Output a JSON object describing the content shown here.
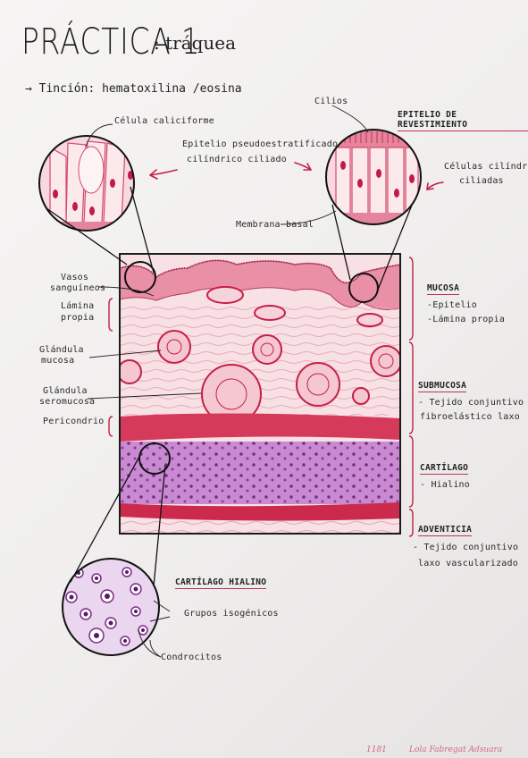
{
  "title": "PRÁCTICA 1",
  "subtitle": ": tráquea",
  "staining": "→ Tinción: hematoxilina /eosina",
  "labels": {
    "celula_caliciforme": "Célula caliciforme",
    "cilios": "Cilios",
    "epitelio_tipo_l1": "Epitelio pseudoestratificado",
    "epitelio_tipo_l2": "cilíndrico ciliado",
    "celulas_cilindricas_l1": "Células cilíndricas",
    "celulas_cilindricas_l2": "ciliadas",
    "membrana_basal": "Membrana basal",
    "vasos_l1": "Vasos",
    "vasos_l2": "sanguíneos",
    "lamina_l1": "Lámina",
    "lamina_l2": "propia",
    "glandula_mucosa_l1": "Glándula",
    "glandula_mucosa_l2": "mucosa",
    "glandula_sero_l1": "Glándula",
    "glandula_sero_l2": "seromucosa",
    "pericondrio": "Pericondrio",
    "grupos_isogenicos": "Grupos isogénicos",
    "condrocitos": "Condrocitos"
  },
  "headings": {
    "epitelio_revestimiento": "EPITELIO DE REVESTIMIENTO",
    "cartilago_hialino": "CARTÍLAGO HIALINO"
  },
  "layers": [
    {
      "name": "MUCOSA",
      "items": [
        "-Epitelio",
        "-Lámina propia"
      ]
    },
    {
      "name": "SUBMUCOSA",
      "items": [
        "- Tejido conjuntivo",
        "fibroelástico laxo"
      ]
    },
    {
      "name": "CARTÍLAGO",
      "items": [
        "- Hialino"
      ]
    },
    {
      "name": "ADVENTICIA",
      "items": [
        "- Tejido conjuntivo",
        "laxo vascularizado"
      ]
    }
  ],
  "footer": {
    "code": "1181",
    "author": "Lola Fabregat Adsuara"
  },
  "colors": {
    "eosin": "#e8a0b0",
    "hematoxylin": "#b24bb0",
    "deep_red": "#c61f45",
    "accent": "#c0305a"
  }
}
